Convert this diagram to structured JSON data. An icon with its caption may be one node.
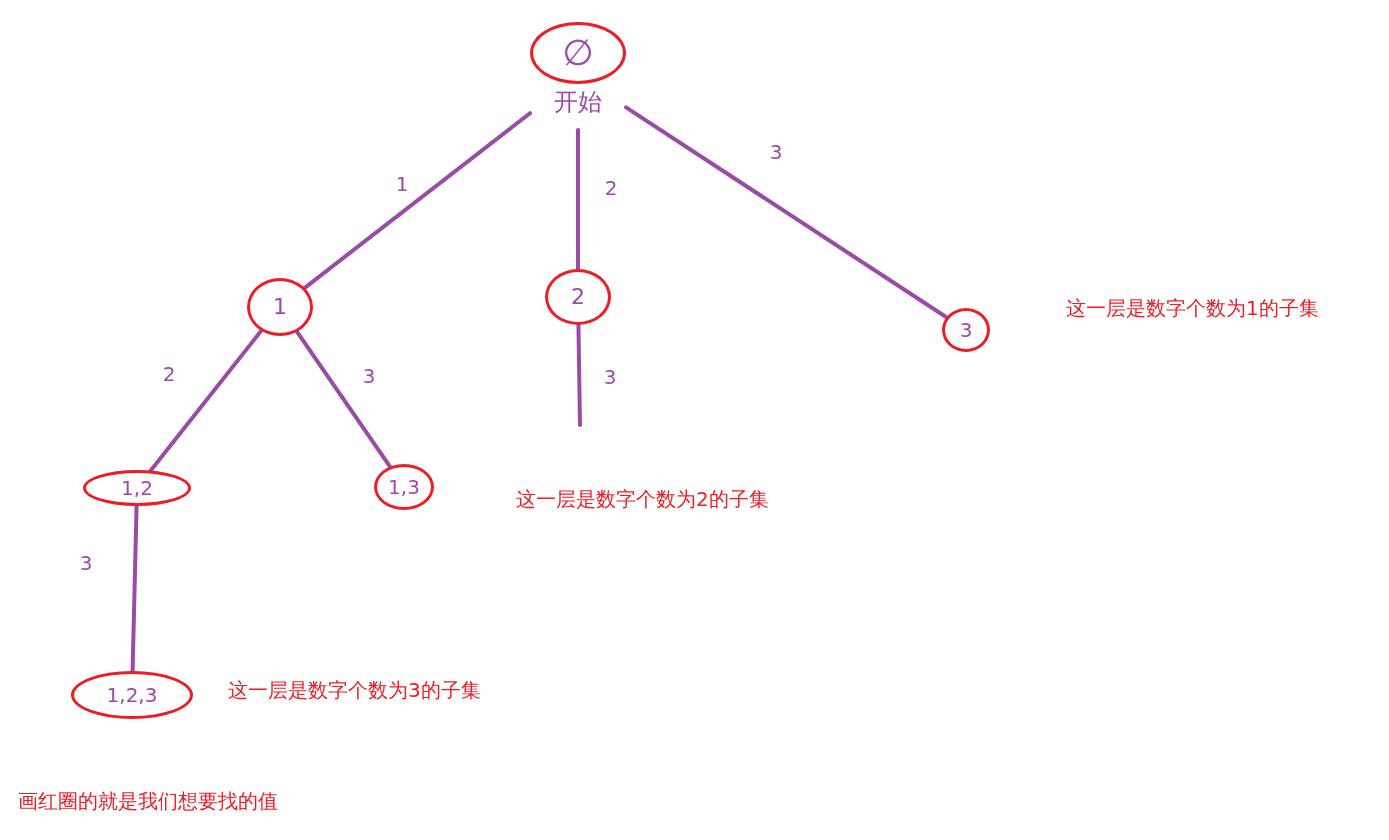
{
  "diagram": {
    "nodes": [
      {
        "text": [
          "∅"
        ],
        "beside": [
          "开始"
        ]
      },
      {
        "text": [
          "1"
        ]
      },
      {
        "text": [
          "2"
        ]
      },
      {
        "text": [
          "3"
        ]
      },
      {
        "text": [
          "1,2"
        ]
      },
      {
        "text": [
          "1,3"
        ]
      },
      {
        "text": [
          "1,2,3"
        ]
      }
    ],
    "edges": [
      {
        "from": 0,
        "to": 1,
        "arrow": "none",
        "label": "1"
      },
      {
        "from": 0,
        "to": 2,
        "arrow": "none",
        "label": "2"
      },
      {
        "from": 0,
        "to": 3,
        "arrow": "none",
        "label": "3"
      },
      {
        "from": 1,
        "to": 4,
        "arrow": "none",
        "label": "2"
      },
      {
        "from": 1,
        "to": 5,
        "arrow": "none",
        "label": "3"
      },
      {
        "from": 2,
        "to": null,
        "arrow": "none",
        "label": "3"
      },
      {
        "from": 4,
        "to": 6,
        "arrow": "none",
        "label": "3"
      }
    ],
    "labels": [
      "这一层是数字个数为1的子集",
      "这一层是数字个数为2的子集",
      "这一层是数字个数为3的子集",
      "画红圈的就是我们想要找的值"
    ]
  }
}
